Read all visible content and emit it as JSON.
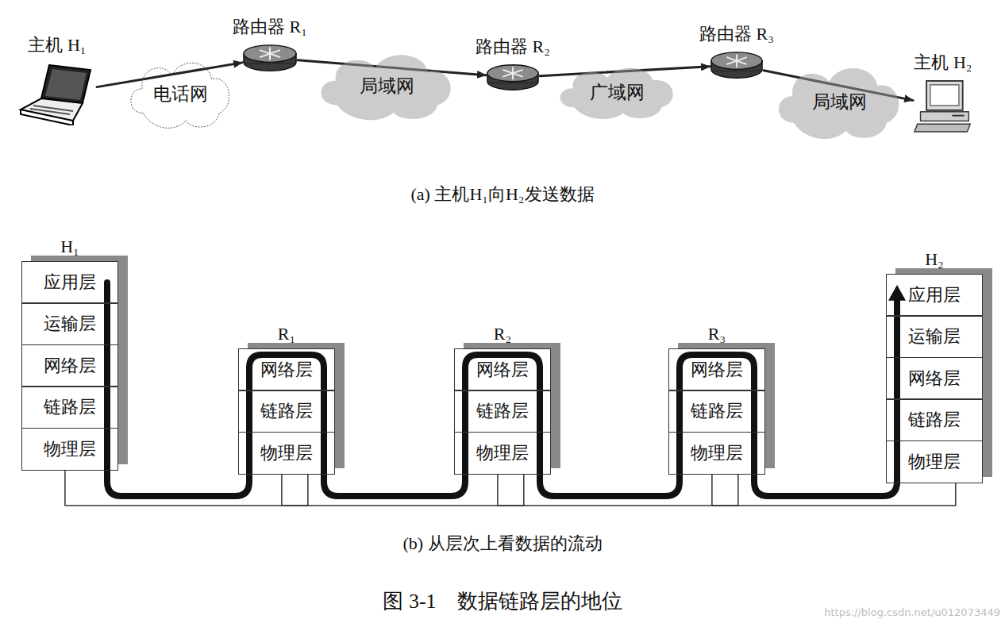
{
  "diagram": {
    "caption": "图 3-1　数据链路层的地位",
    "nodes": [
      {
        "text": [
          "主机 H₁"
        ]
      },
      {
        "text": [
          "电话网"
        ]
      },
      {
        "text": [
          "路由器 R₁"
        ]
      },
      {
        "text": [
          "局域网"
        ]
      },
      {
        "text": [
          "路由器 R₂"
        ]
      },
      {
        "text": [
          "广域网"
        ]
      },
      {
        "text": [
          "路由器 R₃"
        ]
      },
      {
        "text": [
          "局域网"
        ]
      },
      {
        "text": [
          "主机 H₂"
        ]
      },
      {
        "text": [
          "H₁"
        ]
      },
      {
        "text": [
          "应用层"
        ],
        "in": 9
      },
      {
        "text": [
          "运输层"
        ],
        "in": 9
      },
      {
        "text": [
          "网络层"
        ],
        "in": 9
      },
      {
        "text": [
          "链路层"
        ],
        "in": 9
      },
      {
        "text": [
          "物理层"
        ],
        "in": 9
      },
      {
        "text": [
          "R₁"
        ]
      },
      {
        "text": [
          "网络层"
        ],
        "in": 15
      },
      {
        "text": [
          "链路层"
        ],
        "in": 15
      },
      {
        "text": [
          "物理层"
        ],
        "in": 15
      },
      {
        "text": [
          "R₂"
        ]
      },
      {
        "text": [
          "网络层"
        ],
        "in": 19
      },
      {
        "text": [
          "链路层"
        ],
        "in": 19
      },
      {
        "text": [
          "物理层"
        ],
        "in": 19
      },
      {
        "text": [
          "R₃"
        ]
      },
      {
        "text": [
          "网络层"
        ],
        "in": 23
      },
      {
        "text": [
          "链路层"
        ],
        "in": 23
      },
      {
        "text": [
          "物理层"
        ],
        "in": 23
      },
      {
        "text": [
          "H₂"
        ]
      },
      {
        "text": [
          "应用层"
        ],
        "in": 27
      },
      {
        "text": [
          "运输层"
        ],
        "in": 27
      },
      {
        "text": [
          "网络层"
        ],
        "in": 27
      },
      {
        "text": [
          "链路层"
        ],
        "in": 27
      },
      {
        "text": [
          "物理层"
        ],
        "in": 27
      }
    ],
    "edges": [
      {
        "from": 0,
        "to": 2,
        "arrow": "to"
      },
      {
        "from": 2,
        "to": 4,
        "arrow": "to"
      },
      {
        "from": 4,
        "to": 6,
        "arrow": "to"
      },
      {
        "from": 6,
        "to": 8,
        "arrow": "to"
      },
      {
        "from": 9,
        "to": 15,
        "arrow": "none"
      },
      {
        "from": 15,
        "to": 19,
        "arrow": "none"
      },
      {
        "from": 19,
        "to": 23,
        "arrow": "none"
      },
      {
        "from": 23,
        "to": 27,
        "arrow": "none"
      }
    ],
    "labels": [
      "(a) 主机H₁向H₂发送数据",
      "(b) 从层次上看数据的流动",
      "https://blog.csdn.net/u012073449"
    ]
  }
}
